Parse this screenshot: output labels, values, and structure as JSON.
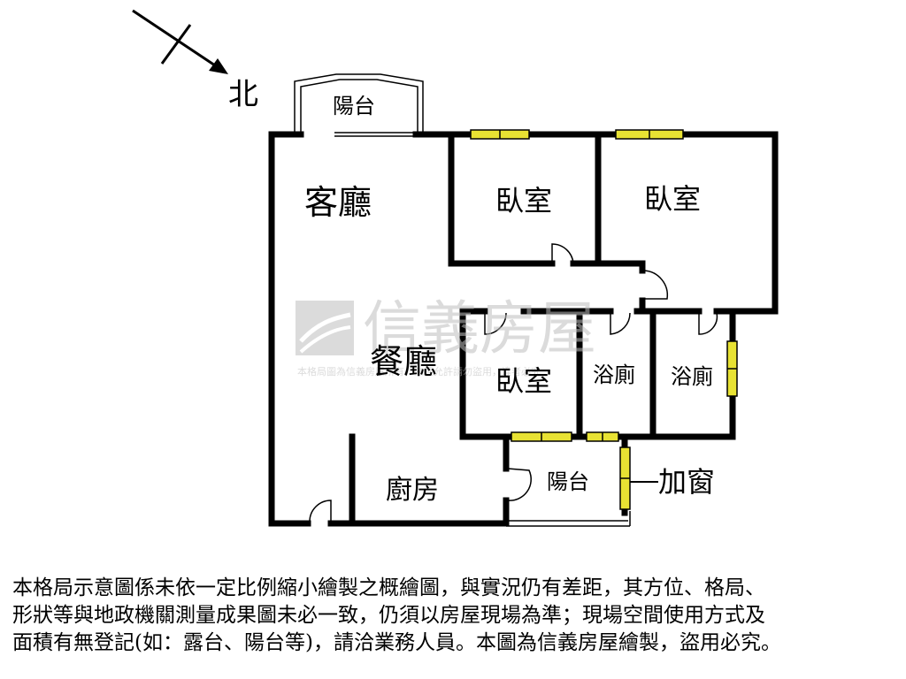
{
  "compass": {
    "label": "北"
  },
  "rooms": {
    "living_room": "客廳",
    "dining_room": "餐廳",
    "bedroom_1": "臥室",
    "bedroom_2": "臥室",
    "bedroom_3": "臥室",
    "bathroom_1": "浴廁",
    "bathroom_2": "浴廁",
    "kitchen": "廚房",
    "balcony_top": "陽台",
    "balcony_bottom": "陽台"
  },
  "annotations": {
    "added_window": "加窗"
  },
  "watermark": {
    "brand": "信義房屋",
    "notice": "本格局圖為信義房屋所有，未經允許請勿盜用，違者必究"
  },
  "disclaimer": {
    "lines": [
      "本格局示意圖係未依一定比例縮小繪製之概繪圖，與實況仍有差距，其方位、格局、",
      "形狀等與地政機關測量成果圖未必一致，仍須以房屋現場為準；現場空間使用方式及",
      "面積有無登記(如：露台、陽台等)，請洽業務人員。本圖為信義房屋繪製，盜用必究。"
    ]
  },
  "colors": {
    "wall": "#000000",
    "window": "#e8e233",
    "watermark": "#bfbfbf"
  }
}
